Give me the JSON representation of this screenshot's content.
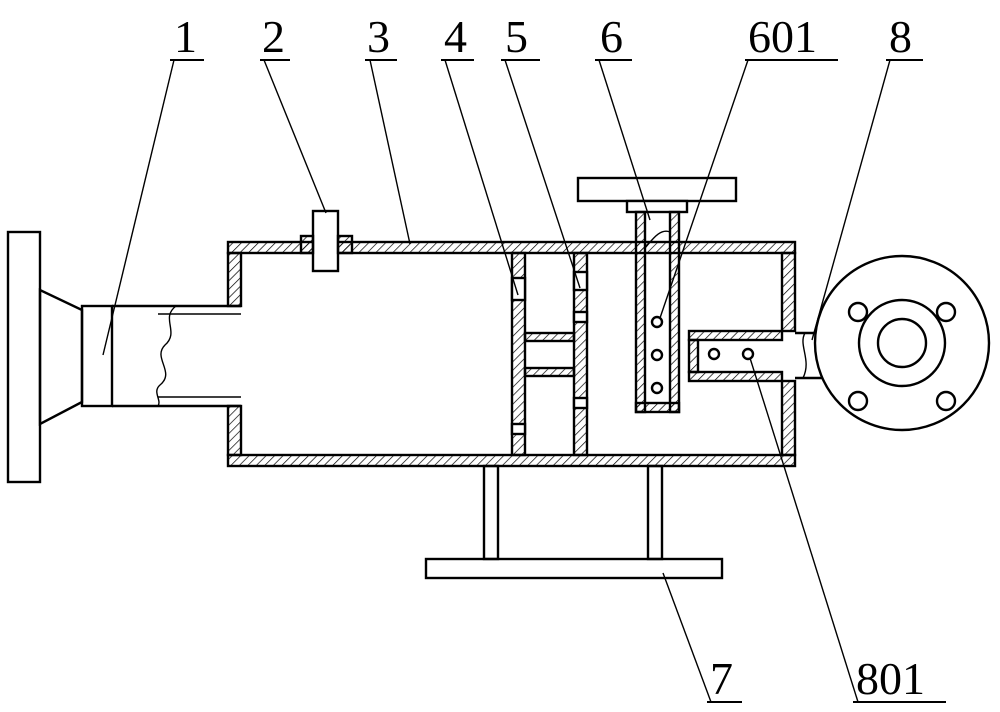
{
  "colors": {
    "line": "#000000",
    "background": "#ffffff"
  },
  "labels": {
    "l1": "1",
    "l2": "2",
    "l3": "3",
    "l4": "4",
    "l5": "5",
    "l6": "6",
    "l601": "601",
    "l8": "8",
    "l7": "7",
    "l801": "801"
  }
}
